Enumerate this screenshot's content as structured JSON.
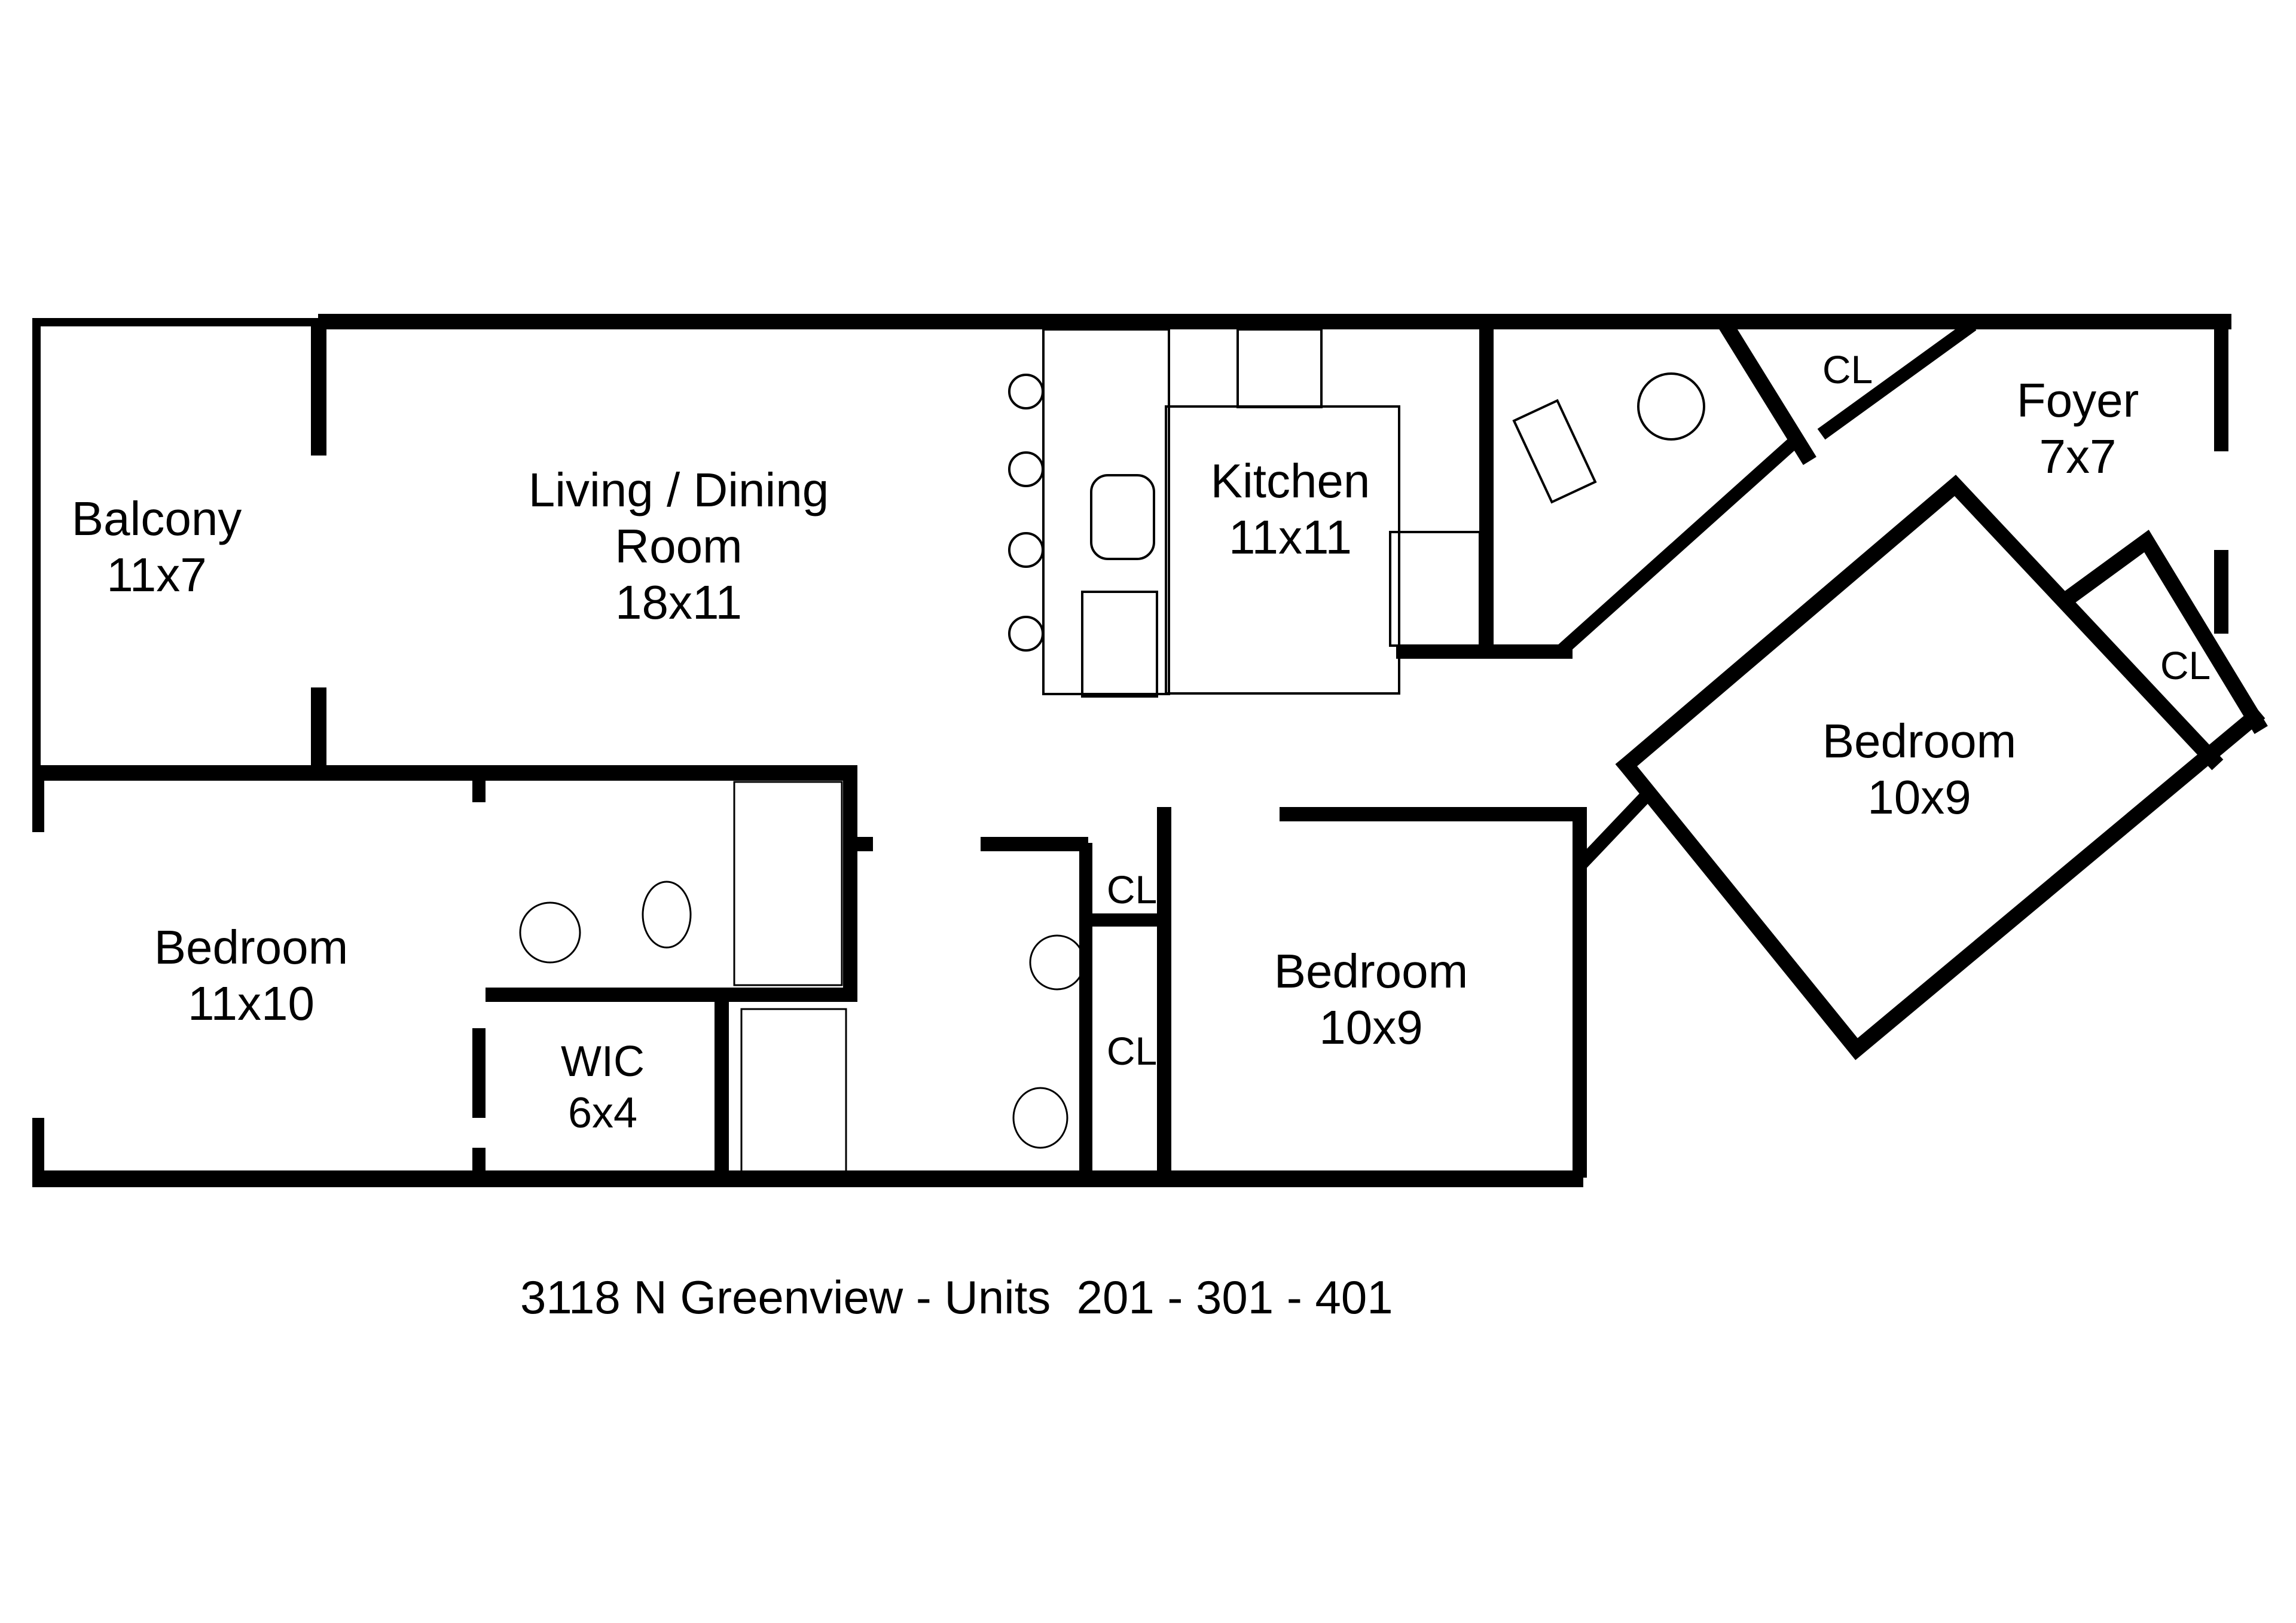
{
  "floorplan": {
    "title": "3118 N Greenview - Units  201 - 301 - 401",
    "wall_color": "#000000",
    "background": "#ffffff",
    "rooms": [
      {
        "id": "balcony",
        "name": "Balcony",
        "dims": "11x7"
      },
      {
        "id": "living-dining",
        "name": "Living / Dining",
        "name2": "Room",
        "dims": "18x11"
      },
      {
        "id": "kitchen",
        "name": "Kitchen",
        "dims": "11x11"
      },
      {
        "id": "foyer",
        "name": "Foyer",
        "dims": "7x7"
      },
      {
        "id": "closet-foyer",
        "name": "CL"
      },
      {
        "id": "bedroom-angled",
        "name": "Bedroom",
        "dims": "10x9"
      },
      {
        "id": "closet-angled",
        "name": "CL"
      },
      {
        "id": "bedroom-left",
        "name": "Bedroom",
        "dims": "11x10"
      },
      {
        "id": "wic",
        "name": "WIC",
        "dims": "6x4"
      },
      {
        "id": "closet-small",
        "name": "CL"
      },
      {
        "id": "closet-tall",
        "name": "CL"
      },
      {
        "id": "bedroom-middle",
        "name": "Bedroom",
        "dims": "10x9"
      }
    ],
    "fixtures": [
      "cooktop-icon",
      "sink-icon",
      "dishwasher-icon",
      "bar-stool-icon",
      "refrigerator-icon",
      "fireplace-icon",
      "water-heater-icon",
      "toilet-icon",
      "bathtub-icon",
      "shower-icon",
      "vanity-sink-icon"
    ]
  }
}
